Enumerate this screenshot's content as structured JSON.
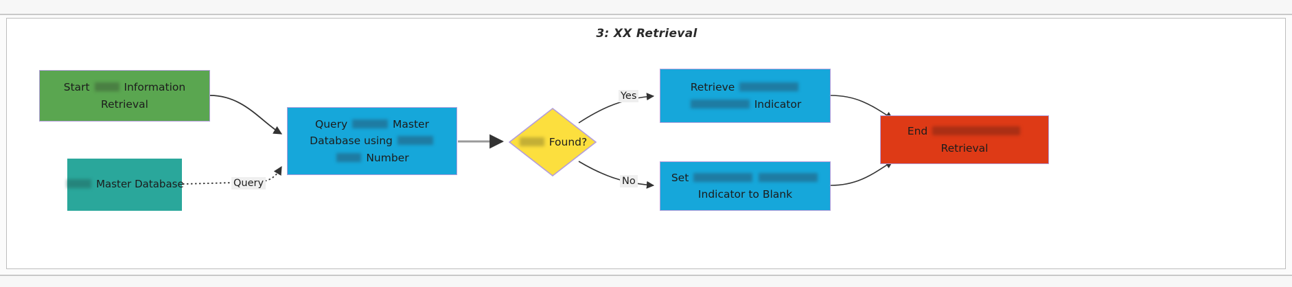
{
  "diagram": {
    "title": "3: XX Retrieval",
    "type": "flowchart",
    "direction": "left-to-right",
    "colors": {
      "start_node": "#5aa650",
      "process_node": "#16a7da",
      "database_node": "#2aa79b",
      "decision_node": "#fcdf3e",
      "end_node": "#de3a16",
      "node_border": "#b39ddb",
      "edge": "#333333",
      "canvas": "#ffffff",
      "page_background": "#f7f7f7"
    },
    "nodes": [
      {
        "id": "start",
        "name": "start-node",
        "shape": "rectangle",
        "color": "#5aa650",
        "lines": [
          {
            "parts": [
              {
                "t": "text",
                "v": "Start"
              },
              {
                "t": "redacted",
                "w": "short"
              },
              {
                "t": "text",
                "v": "Information"
              }
            ]
          },
          {
            "parts": [
              {
                "t": "text",
                "v": "Retrieval"
              }
            ]
          }
        ],
        "text_plain": "Start ██ Information Retrieval"
      },
      {
        "id": "database",
        "name": "master-database-node",
        "shape": "cylinder",
        "color": "#2aa79b",
        "lines": [
          {
            "parts": [
              {
                "t": "redacted",
                "w": "short"
              },
              {
                "t": "text",
                "v": "Master Database"
              }
            ]
          }
        ],
        "text_plain": "██ Master Database"
      },
      {
        "id": "query",
        "name": "query-master-database-node",
        "shape": "rectangle",
        "color": "#16a7da",
        "lines": [
          {
            "parts": [
              {
                "t": "text",
                "v": "Query"
              },
              {
                "t": "redacted",
                "w": "mid"
              },
              {
                "t": "text",
                "v": "Master"
              }
            ]
          },
          {
            "parts": [
              {
                "t": "text",
                "v": "Database using"
              },
              {
                "t": "redacted",
                "w": "mid"
              }
            ]
          },
          {
            "parts": [
              {
                "t": "redacted",
                "w": "short"
              },
              {
                "t": "text",
                "v": "Number"
              }
            ]
          }
        ],
        "text_plain": "Query ██ Master Database using ██ ██ Number"
      },
      {
        "id": "decision",
        "name": "found-decision-node",
        "shape": "diamond",
        "color": "#fcdf3e",
        "lines": [
          {
            "parts": [
              {
                "t": "redacted",
                "w": "short"
              },
              {
                "t": "text",
                "v": "Found?"
              }
            ]
          }
        ],
        "text_plain": "██ Found?"
      },
      {
        "id": "retrieve",
        "name": "retrieve-indicator-node",
        "shape": "rectangle",
        "color": "#16a7da",
        "lines": [
          {
            "parts": [
              {
                "t": "text",
                "v": "Retrieve"
              },
              {
                "t": "redacted",
                "w": "long"
              }
            ]
          },
          {
            "parts": [
              {
                "t": "redacted",
                "w": "long"
              },
              {
                "t": "text",
                "v": "Indicator"
              }
            ]
          }
        ],
        "text_plain": "Retrieve ██ ██ Indicator"
      },
      {
        "id": "set-blank",
        "name": "set-indicator-blank-node",
        "shape": "rectangle",
        "color": "#16a7da",
        "lines": [
          {
            "parts": [
              {
                "t": "text",
                "v": "Set"
              },
              {
                "t": "redacted",
                "w": "long"
              },
              {
                "t": "redacted",
                "w": "long"
              }
            ]
          },
          {
            "parts": [
              {
                "t": "text",
                "v": "Indicator to Blank"
              }
            ]
          }
        ],
        "text_plain": "Set ██ ██ Indicator to Blank"
      },
      {
        "id": "end",
        "name": "end-node",
        "shape": "rectangle",
        "color": "#de3a16",
        "lines": [
          {
            "parts": [
              {
                "t": "text",
                "v": "End"
              },
              {
                "t": "redacted",
                "w": "xlong"
              }
            ]
          },
          {
            "parts": [
              {
                "t": "text",
                "v": "Retrieval"
              }
            ]
          }
        ],
        "text_plain": "End ██ Retrieval"
      }
    ],
    "edges": [
      {
        "from": "start",
        "to": "query",
        "label": "",
        "style": "solid"
      },
      {
        "from": "database",
        "to": "query",
        "label": "Query",
        "style": "dotted"
      },
      {
        "from": "query",
        "to": "decision",
        "label": "",
        "style": "solid"
      },
      {
        "from": "decision",
        "to": "retrieve",
        "label": "Yes",
        "style": "solid"
      },
      {
        "from": "decision",
        "to": "set-blank",
        "label": "No",
        "style": "solid"
      },
      {
        "from": "retrieve",
        "to": "end",
        "label": "",
        "style": "solid"
      },
      {
        "from": "set-blank",
        "to": "end",
        "label": "",
        "style": "solid"
      }
    ],
    "edge_labels": {
      "yes": "Yes",
      "no": "No",
      "query": "Query"
    }
  }
}
